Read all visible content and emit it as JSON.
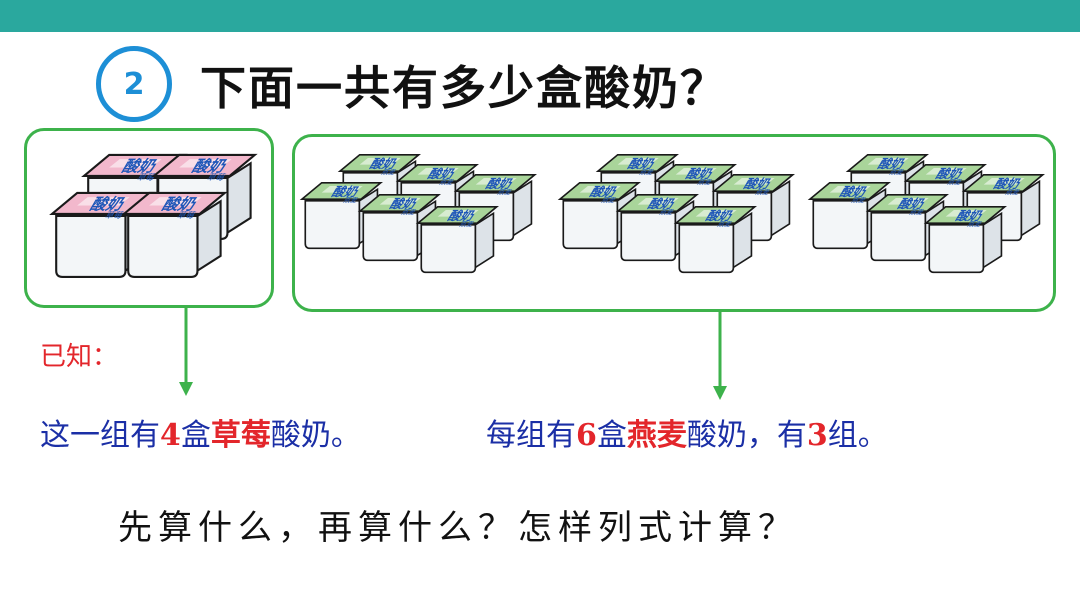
{
  "problem": {
    "number": "2",
    "title": "下面一共有多少盒酸奶？"
  },
  "carton_labels": {
    "main": "酸奶",
    "strawberry": "草莓",
    "oat": "燕麦"
  },
  "colors": {
    "top_bar": "#2aa89e",
    "circle": "#1d8fd6",
    "box_border": "#3db24b",
    "strawberry_lid": "#f2b8cc",
    "oat_lid": "#a9d59a",
    "label_blue": "#1e56b8",
    "text_blue": "#1b2fa6",
    "text_red": "#e3262b"
  },
  "known_label": "已知：",
  "left_sentence": {
    "p1": "这一组有",
    "num": "4",
    "unit": "盒",
    "flavor": "草莓",
    "p2": "酸奶。"
  },
  "right_sentence": {
    "p1": "每组有",
    "num": "6",
    "unit": "盒",
    "flavor": "燕麦",
    "p2": "酸奶，有",
    "groups": "3",
    "p3": "组。"
  },
  "question": "先算什么，再算什么？怎样列式计算？"
}
